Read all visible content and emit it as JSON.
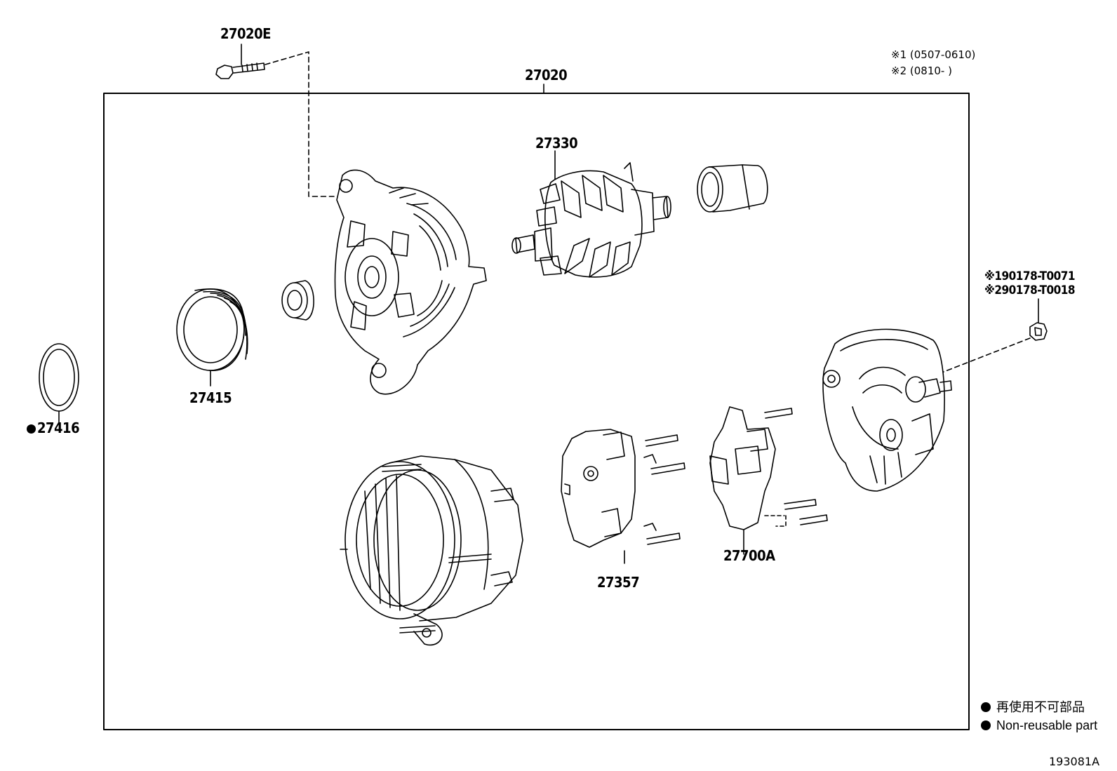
{
  "diagram_title": "27020",
  "parts": {
    "p27020E": "27020E",
    "p27020": "27020",
    "p27330": "27330",
    "p27415": "27415",
    "p27416": "27416",
    "p27357": "27357",
    "p27700A": "27700A",
    "nut_1": "※190178-T0071",
    "nut_2": "※290178-T0018"
  },
  "notes": {
    "period_1": "※1 (0507-0610)",
    "period_2": "※2 (0810-      )"
  },
  "legend": {
    "jp": "再使用不可部品",
    "en": "Non-reusable part"
  },
  "illustration_code": "193081A",
  "icons": [
    "bullet-dot-icon"
  ]
}
